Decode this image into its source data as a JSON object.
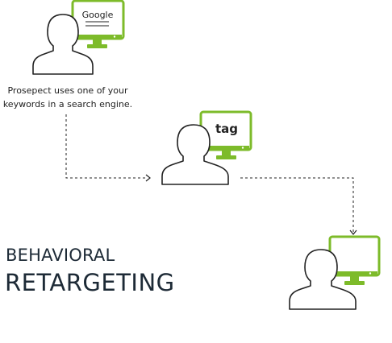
{
  "colors": {
    "accent_green": "#7dbb2a",
    "outline_dark": "#222222",
    "title_text": "#1d2a36"
  },
  "steps": [
    {
      "monitor_label": "Google",
      "caption_lines": [
        "Prosepect uses one of your",
        "keywords in a search engine."
      ]
    },
    {
      "monitor_label": "tag",
      "caption_lines": []
    },
    {
      "monitor_label": "",
      "caption_lines": []
    }
  ],
  "title": {
    "line1": "BEHAVIORAL",
    "line2": "RETARGETING"
  },
  "icons": [
    "person-icon",
    "monitor-icon",
    "arrow-right-icon",
    "arrow-down-icon"
  ]
}
